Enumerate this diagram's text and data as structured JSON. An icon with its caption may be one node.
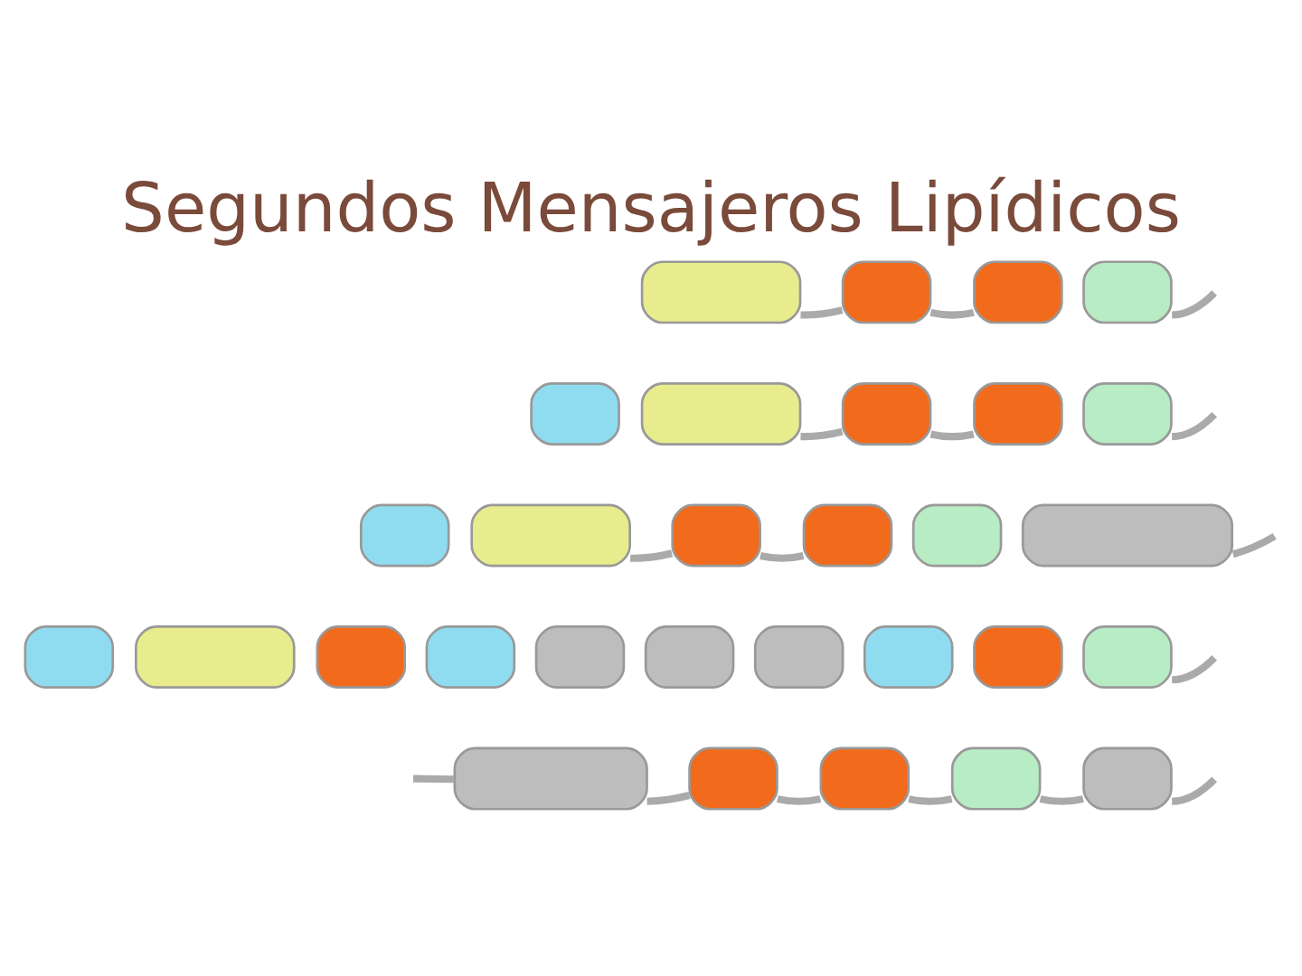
{
  "diagram": {
    "title": "Segundos Mensajeros Lipídicos",
    "nodes": [
      {
        "text": [],
        "shape": "box"
      },
      {
        "text": [],
        "shape": "box"
      },
      {
        "text": [],
        "shape": "box"
      },
      {
        "text": [],
        "shape": "box"
      },
      {
        "text": [],
        "shape": "box"
      },
      {
        "text": [],
        "shape": "box"
      },
      {
        "text": [],
        "shape": "box"
      },
      {
        "text": [],
        "shape": "box"
      },
      {
        "text": [],
        "shape": "box"
      },
      {
        "text": [],
        "shape": "box"
      },
      {
        "text": [],
        "shape": "box"
      },
      {
        "text": [],
        "shape": "box"
      },
      {
        "text": [],
        "shape": "box"
      },
      {
        "text": [],
        "shape": "box"
      },
      {
        "text": [],
        "shape": "box"
      },
      {
        "text": [],
        "shape": "box"
      },
      {
        "text": [],
        "shape": "box"
      },
      {
        "text": [],
        "shape": "box"
      },
      {
        "text": [],
        "shape": "box"
      },
      {
        "text": [],
        "shape": "box"
      },
      {
        "text": [],
        "shape": "box"
      },
      {
        "text": [],
        "shape": "box"
      },
      {
        "text": [],
        "shape": "box"
      },
      {
        "text": [],
        "shape": "box"
      },
      {
        "text": [],
        "shape": "box"
      },
      {
        "text": [],
        "shape": "box"
      },
      {
        "text": [],
        "shape": "box"
      },
      {
        "text": [],
        "shape": "box"
      },
      {
        "text": [],
        "shape": "box"
      },
      {
        "text": [],
        "shape": "box"
      }
    ],
    "edges": [
      {
        "from": 0,
        "to": 1,
        "arrow": "none"
      },
      {
        "from": 1,
        "to": 2,
        "arrow": "none"
      },
      {
        "from": 3,
        "to": null,
        "arrow": "none"
      },
      {
        "from": 5,
        "to": 6,
        "arrow": "none"
      },
      {
        "from": 6,
        "to": 7,
        "arrow": "none"
      },
      {
        "from": 8,
        "to": null,
        "arrow": "none"
      },
      {
        "from": 10,
        "to": 11,
        "arrow": "none"
      },
      {
        "from": 11,
        "to": 12,
        "arrow": "none"
      },
      {
        "from": 14,
        "to": null,
        "arrow": "none"
      },
      {
        "from": 24,
        "to": null,
        "arrow": "none"
      },
      {
        "from": null,
        "to": 25,
        "arrow": "none"
      },
      {
        "from": 25,
        "to": 26,
        "arrow": "none"
      },
      {
        "from": 26,
        "to": 27,
        "arrow": "none"
      },
      {
        "from": 27,
        "to": 28,
        "arrow": "none"
      },
      {
        "from": 28,
        "to": 29,
        "arrow": "none"
      },
      {
        "from": 29,
        "to": null,
        "arrow": "none"
      }
    ]
  }
}
